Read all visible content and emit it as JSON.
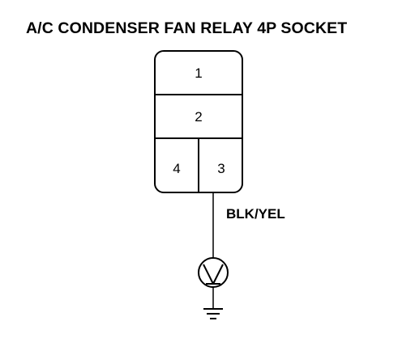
{
  "title": "A/C CONDENSER FAN RELAY 4P SOCKET",
  "connector": {
    "pins": [
      {
        "label": "1"
      },
      {
        "label": "2"
      },
      {
        "label": "4"
      },
      {
        "label": "3"
      }
    ]
  },
  "wire": {
    "color_label": "BLK/YEL"
  },
  "icons": {
    "test_point": "test-light-icon",
    "ground": "ground-icon"
  }
}
